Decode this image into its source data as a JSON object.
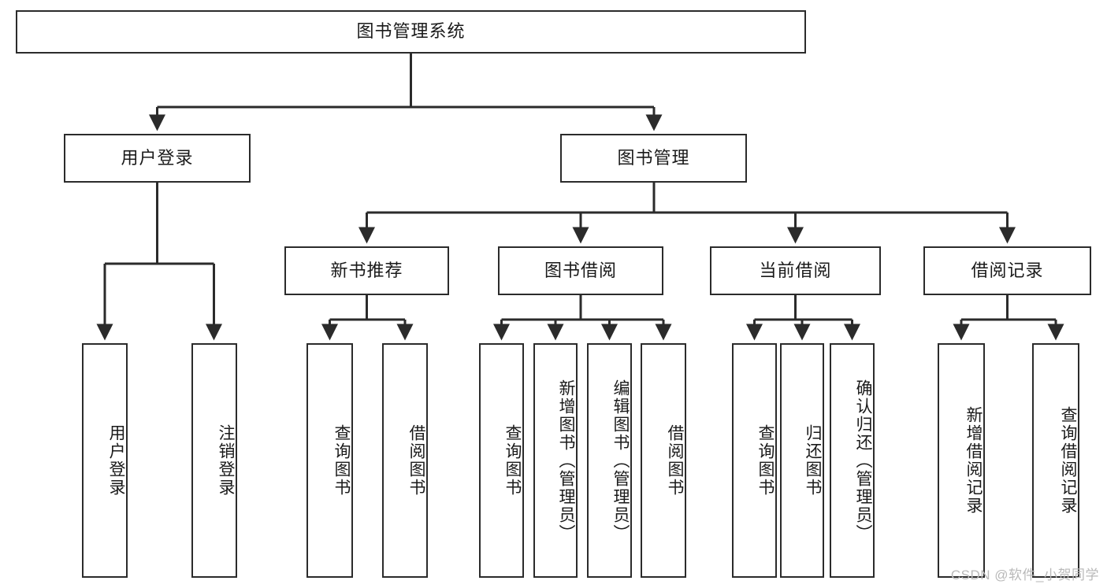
{
  "diagram": {
    "title": "图书管理系统",
    "type": "tree",
    "orientation": "top-down",
    "watermark": "CSDN @软件_小贺同学",
    "colors": {
      "node_border": "#2b2b2b",
      "node_fill": "#ffffff",
      "edge": "#2b2b2b",
      "text": "#1a1a1a",
      "watermark": "#b9b9b9",
      "background": "#ffffff"
    },
    "levels": {
      "root": {
        "label": "图书管理系统"
      },
      "level2": [
        {
          "label": "用户登录"
        },
        {
          "label": "图书管理"
        }
      ],
      "level3": [
        {
          "label": "新书推荐"
        },
        {
          "label": "图书借阅"
        },
        {
          "label": "当前借阅"
        },
        {
          "label": "借阅记录"
        }
      ],
      "level4": [
        {
          "label": "用户登录",
          "parent": "用户登录"
        },
        {
          "label": "注销登录",
          "parent": "用户登录"
        },
        {
          "label": "查询图书",
          "parent": "新书推荐"
        },
        {
          "label": "借阅图书",
          "parent": "新书推荐"
        },
        {
          "label": "查询图书",
          "parent": "图书借阅"
        },
        {
          "label": "新增图书（管理员）",
          "parent": "图书借阅"
        },
        {
          "label": "编辑图书（管理员）",
          "parent": "图书借阅"
        },
        {
          "label": "借阅图书",
          "parent": "图书借阅"
        },
        {
          "label": "查询图书",
          "parent": "当前借阅"
        },
        {
          "label": "归还图书",
          "parent": "当前借阅"
        },
        {
          "label": "确认归还（管理员）",
          "parent": "当前借阅"
        },
        {
          "label": "新增借阅记录",
          "parent": "借阅记录"
        },
        {
          "label": "查询借阅记录",
          "parent": "借阅记录"
        }
      ]
    }
  }
}
